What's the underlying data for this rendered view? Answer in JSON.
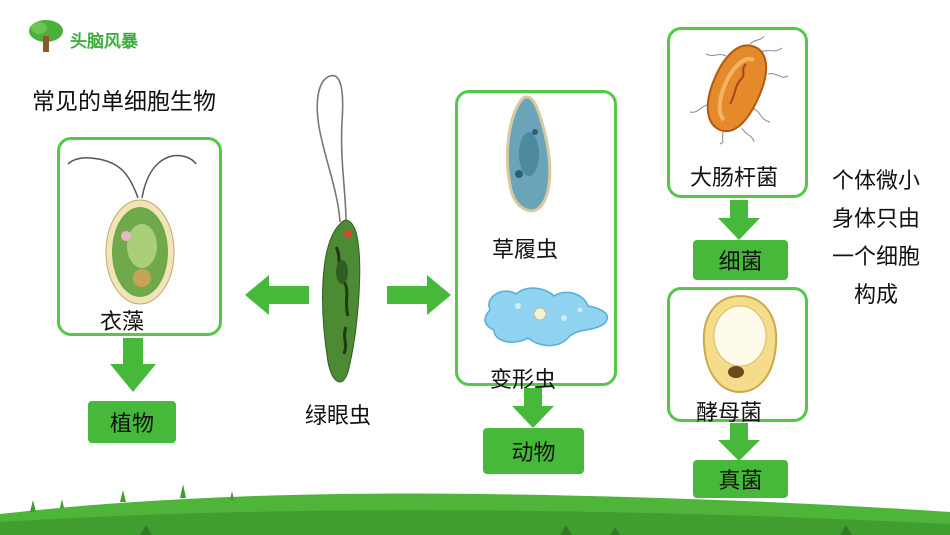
{
  "header": {
    "title": "头脑风暴",
    "icon": "tree-icon"
  },
  "subtitle": "常见的单细胞生物",
  "organisms": {
    "chlamydomonas": "衣藻",
    "euglena": "绿眼虫",
    "paramecium": "草履虫",
    "amoeba": "变形虫",
    "ecoli": "大肠杆菌",
    "yeast": "酵母菌"
  },
  "categories": {
    "plant": "植物",
    "animal": "动物",
    "bacteria": "细菌",
    "fungi": "真菌"
  },
  "side_note": [
    "个体微小",
    "身体只由",
    "一个细胞",
    "构成"
  ],
  "colors": {
    "accent": "#46b93b",
    "frame": "#55c84a",
    "grass": "#4fb43a"
  }
}
